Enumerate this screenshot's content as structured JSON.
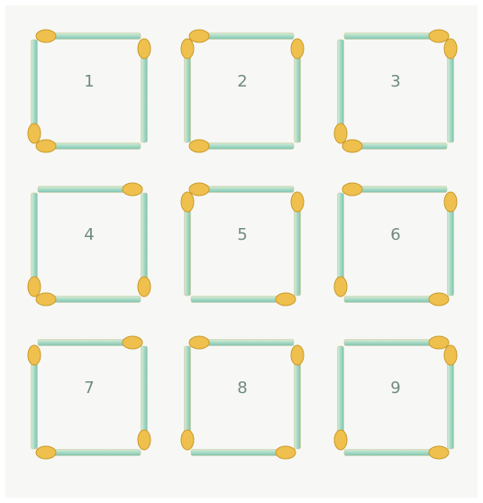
{
  "puzzle": {
    "colors": {
      "background": "#f7f8f5",
      "stick_light": "#d4ecd6",
      "stick_mid": "#a9dac4",
      "stick_dark": "#7cc3b3",
      "stick_tan": "#cfc89b",
      "match_head": "#efc04d",
      "match_head_edge": "#c99a2a",
      "number": "#6f8a82"
    },
    "squares": [
      {
        "label": "1",
        "heads": {
          "top": "left",
          "right": "top",
          "bottom": "left",
          "left": "bottom"
        }
      },
      {
        "label": "2",
        "heads": {
          "top": "left",
          "right": "top",
          "bottom": "left",
          "left": "top"
        }
      },
      {
        "label": "3",
        "heads": {
          "top": "right",
          "right": "top",
          "bottom": "left",
          "left": "bottom"
        }
      },
      {
        "label": "4",
        "heads": {
          "top": "right",
          "right": "bottom",
          "bottom": "left",
          "left": "bottom"
        }
      },
      {
        "label": "5",
        "heads": {
          "top": "left",
          "right": "top",
          "bottom": "right",
          "left": "top"
        }
      },
      {
        "label": "6",
        "heads": {
          "top": "left",
          "right": "top",
          "bottom": "right",
          "left": "bottom"
        }
      },
      {
        "label": "7",
        "heads": {
          "top": "right",
          "right": "bottom",
          "bottom": "left",
          "left": "top"
        }
      },
      {
        "label": "8",
        "heads": {
          "top": "left",
          "right": "top",
          "bottom": "right",
          "left": "bottom"
        }
      },
      {
        "label": "9",
        "heads": {
          "top": "right",
          "right": "top",
          "bottom": "right",
          "left": "bottom"
        }
      }
    ]
  }
}
